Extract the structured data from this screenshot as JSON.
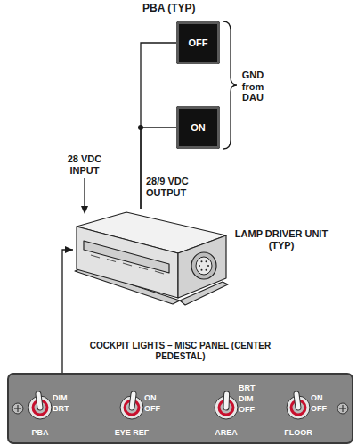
{
  "diagram": {
    "nodes": [
      {
        "text": [
          "OFF"
        ]
      },
      {
        "text": [
          "ON"
        ]
      },
      {
        "text": [
          "LAMP DRIVER UNIT (TYP)"
        ]
      },
      {
        "text": [
          "COCKPIT LIGHTS – MISC PANEL (CENTER PEDESTAL)"
        ]
      }
    ],
    "edges": [
      {
        "from": 2,
        "to": 0,
        "arrow": "none"
      },
      {
        "from": 2,
        "to": 1,
        "arrow": "none"
      },
      {
        "from": 3,
        "to": 2,
        "arrow": "to"
      }
    ],
    "labels": [
      "PBA (TYP)",
      "GND from DAU",
      "28 VDC INPUT",
      "28/9 VDC OUTPUT",
      "DIM",
      "BRT",
      "PBA",
      "ON",
      "OFF",
      "EYE REF",
      "BRT",
      "DIM",
      "OFF",
      "AREA",
      "ON",
      "OFF",
      "FLOOR"
    ]
  }
}
